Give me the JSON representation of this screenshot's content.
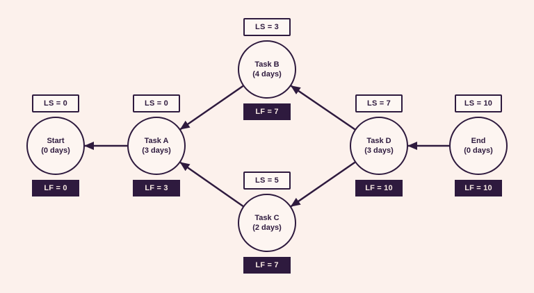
{
  "diagram": {
    "type": "cpm-backward-pass-network",
    "colors": {
      "background": "#fcf1ec",
      "ink": "#2e1a3e",
      "node_fill": "#fdf5f1",
      "ls_box_fill": "#fdf7f3",
      "lf_box_fill": "#2e1a3e",
      "lf_box_text": "#f6e8e2"
    },
    "nodes": [
      {
        "id": "start",
        "ls_label": "LS = 0",
        "name": "Start",
        "duration": "(0 days)",
        "lf_label": "LF = 0"
      },
      {
        "id": "task-a",
        "ls_label": "LS = 0",
        "name": "Task A",
        "duration": "(3 days)",
        "lf_label": "LF = 3"
      },
      {
        "id": "task-b",
        "ls_label": "LS = 3",
        "name": "Task B",
        "duration": "(4 days)",
        "lf_label": "LF = 7"
      },
      {
        "id": "task-c",
        "ls_label": "LS = 5",
        "name": "Task C",
        "duration": "(2 days)",
        "lf_label": "LF = 7"
      },
      {
        "id": "task-d",
        "ls_label": "LS = 7",
        "name": "Task D",
        "duration": "(3 days)",
        "lf_label": "LF = 10"
      },
      {
        "id": "end",
        "ls_label": "LS = 10",
        "name": "End",
        "duration": "(0 days)",
        "lf_label": "LF = 10"
      }
    ],
    "edges": [
      {
        "from": "task-a",
        "to": "start"
      },
      {
        "from": "task-b",
        "to": "task-a"
      },
      {
        "from": "task-c",
        "to": "task-a"
      },
      {
        "from": "task-d",
        "to": "task-b"
      },
      {
        "from": "task-d",
        "to": "task-c"
      },
      {
        "from": "end",
        "to": "task-d"
      }
    ]
  }
}
